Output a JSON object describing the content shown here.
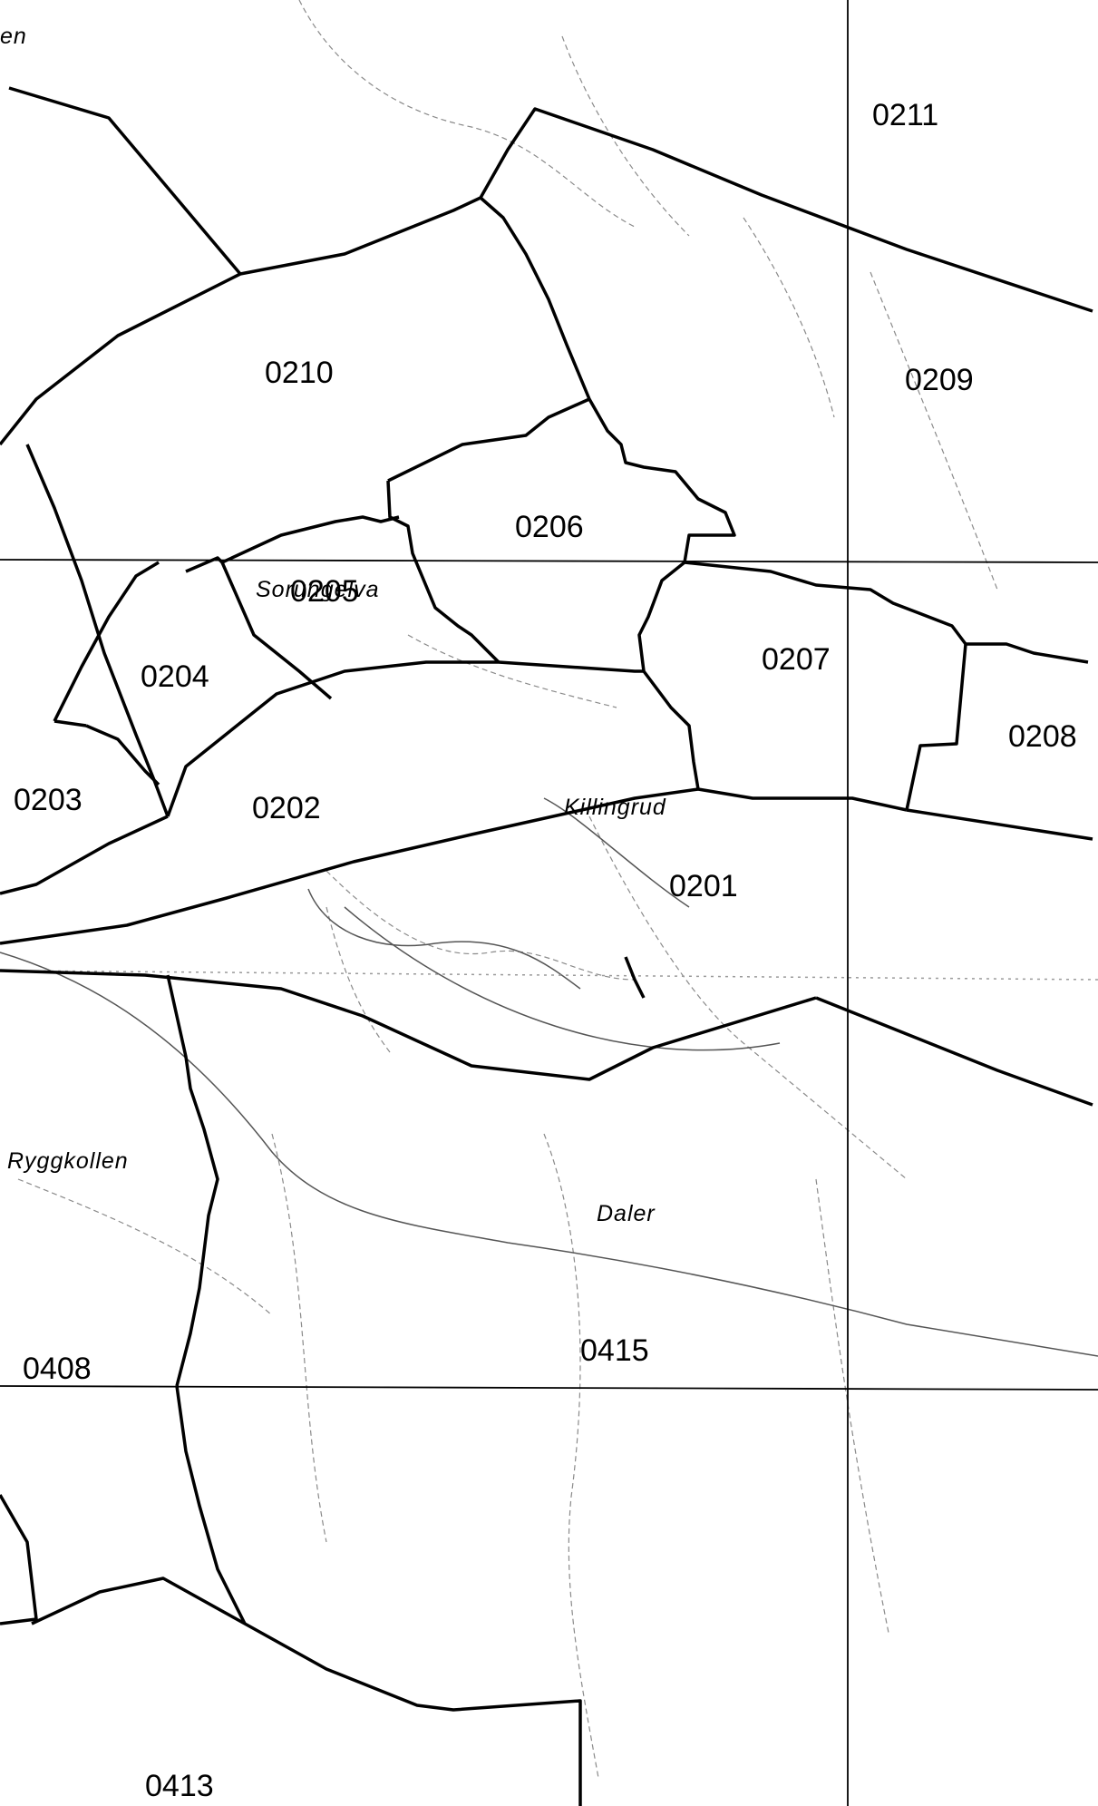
{
  "zones": [
    {
      "id": "z0211",
      "label": "0211"
    },
    {
      "id": "z0210",
      "label": "0210"
    },
    {
      "id": "z0209",
      "label": "0209"
    },
    {
      "id": "z0206",
      "label": "0206"
    },
    {
      "id": "z0205",
      "label": "0205"
    },
    {
      "id": "z0204",
      "label": "0204"
    },
    {
      "id": "z0207",
      "label": "0207"
    },
    {
      "id": "z0208",
      "label": "0208"
    },
    {
      "id": "z0203",
      "label": "0203"
    },
    {
      "id": "z0202",
      "label": "0202"
    },
    {
      "id": "z0201",
      "label": "0201"
    },
    {
      "id": "z0408",
      "label": "0408"
    },
    {
      "id": "z0415",
      "label": "0415"
    },
    {
      "id": "z0413",
      "label": "0413"
    }
  ],
  "places": [
    {
      "id": "soerungelva",
      "label": "Sorungelva"
    },
    {
      "id": "killingrud",
      "label": "Killingrud"
    },
    {
      "id": "ryggkollen",
      "label": "Ryggkollen"
    },
    {
      "id": "daler",
      "label": "Daler"
    },
    {
      "id": "edge",
      "label": "en"
    }
  ],
  "colors": {
    "ink": "#000000",
    "paper": "#ffffff",
    "faint": "#8a8a8a"
  }
}
